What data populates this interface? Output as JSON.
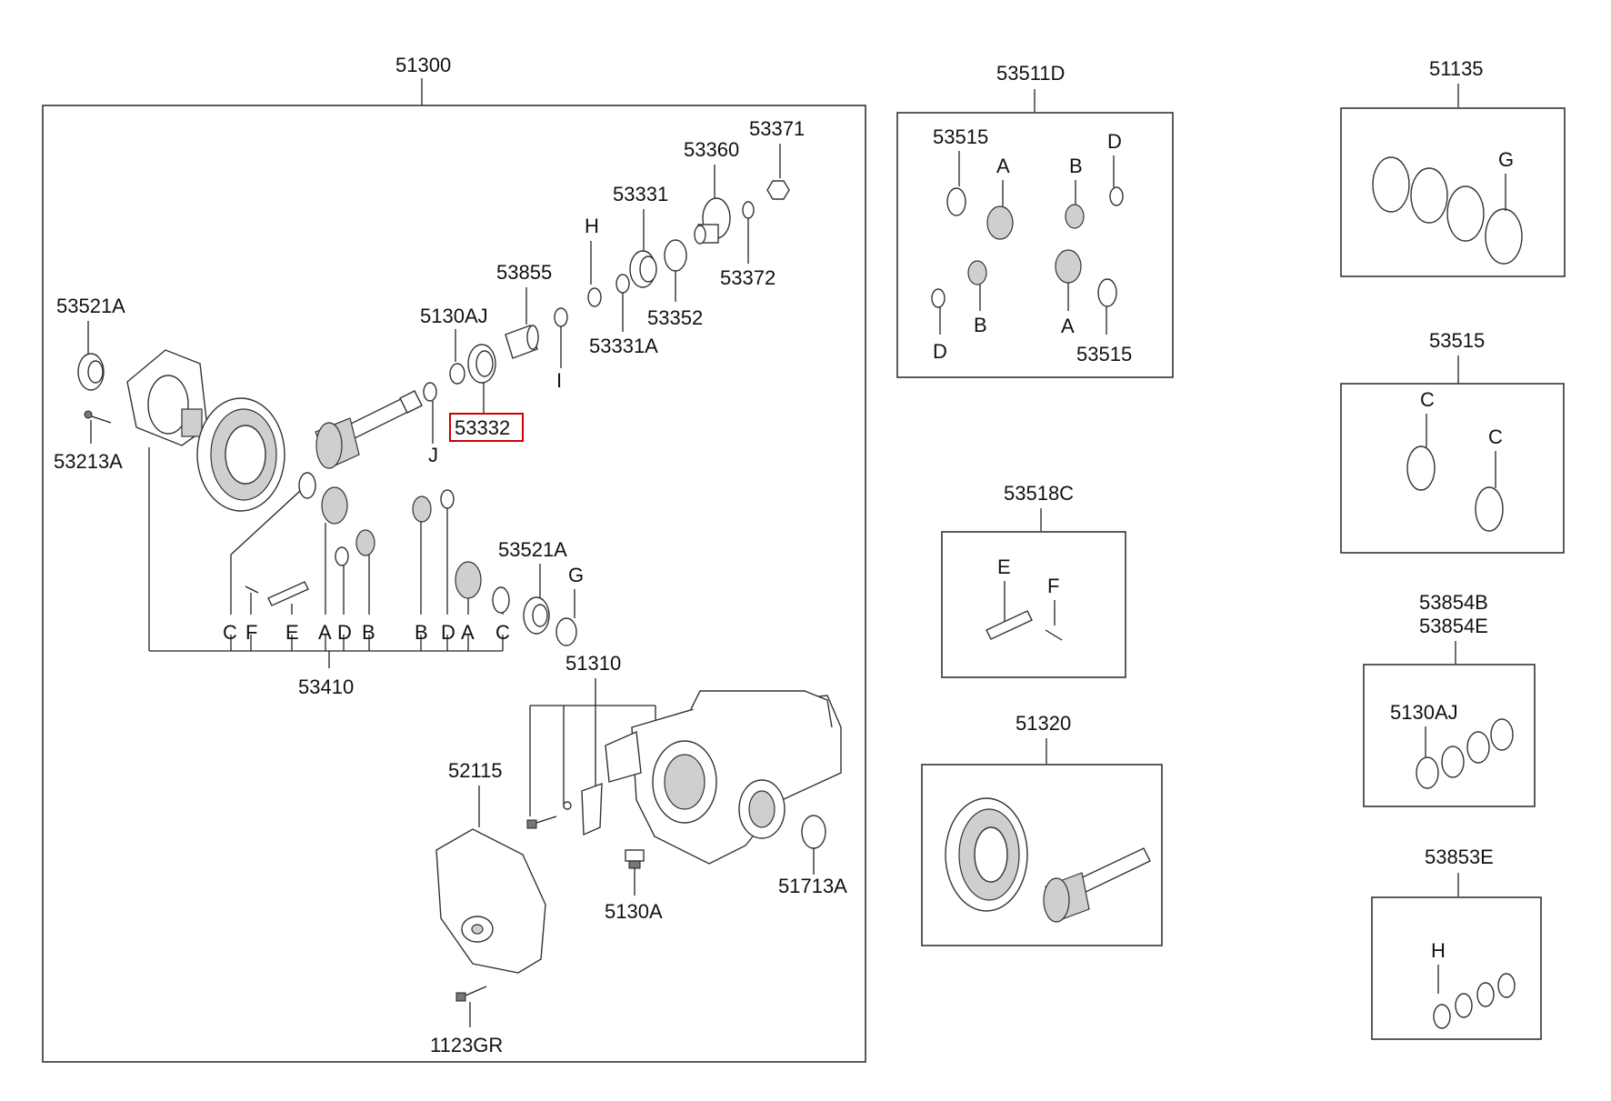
{
  "labels": {
    "p51300": "51300",
    "p53371": "53371",
    "p53360": "53360",
    "p53331": "53331",
    "p53372": "53372",
    "pH": "H",
    "p53855": "53855",
    "p53352": "53352",
    "p5130AJ": "5130AJ",
    "p53331A": "53331A",
    "pI": "I",
    "p53521A_top": "53521A",
    "p53332": "53332",
    "pJ": "J",
    "p53213A": "53213A",
    "p53521A_low": "53521A",
    "pG_main": "G",
    "bottom_letters": [
      "C",
      "F",
      "E",
      "A",
      "D",
      "B",
      "B",
      "D",
      "A",
      "C"
    ],
    "p53410": "53410",
    "p51310": "51310",
    "p52115": "52115",
    "p51713A": "51713A",
    "p5130A": "5130A",
    "p1123GR": "1123GR",
    "p53511D": "53511D",
    "k53515a": "53515",
    "kA1": "A",
    "kB1": "B",
    "kD1": "D",
    "kD2": "D",
    "kB2": "B",
    "kA2": "A",
    "k53515b": "53515",
    "p51135": "51135",
    "kG": "G",
    "p53515": "53515",
    "kC1": "C",
    "kC2": "C",
    "p53518C": "53518C",
    "kE": "E",
    "kF": "F",
    "p51320": "51320",
    "p53854B": "53854B",
    "p53854E": "53854E",
    "k5130AJ": "5130AJ",
    "p53853E": "53853E",
    "kH": "H"
  },
  "highlight_color": "#cc0000",
  "line_color": "#222222"
}
